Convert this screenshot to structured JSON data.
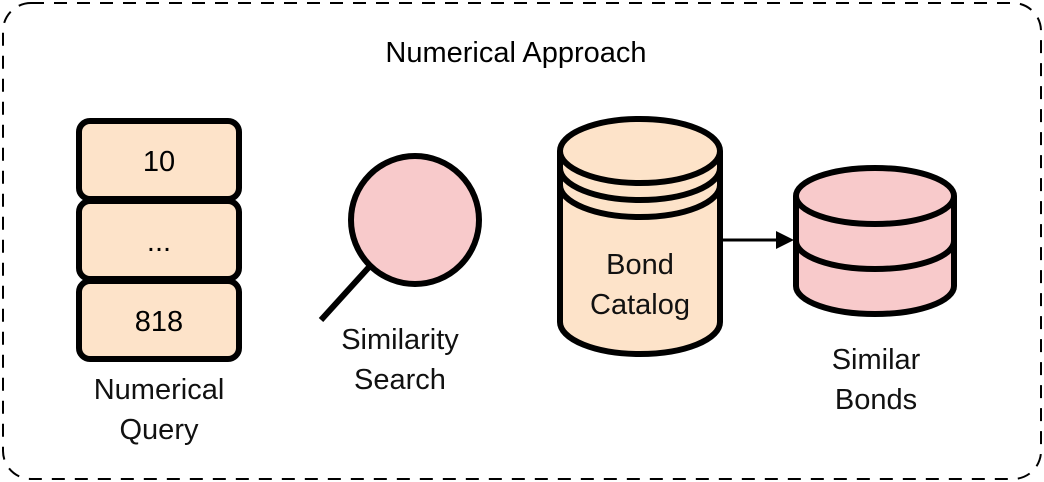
{
  "title": "Numerical Approach",
  "query": {
    "items": [
      "10",
      "...",
      "818"
    ],
    "label_lines": [
      "Numerical",
      "Query"
    ],
    "fill": "#fde3c9"
  },
  "search": {
    "label_lines": [
      "Similarity",
      "Search"
    ],
    "fill": "#f8cacb",
    "icon": "magnifier-icon"
  },
  "catalog": {
    "label_lines": [
      "Bond",
      "Catalog"
    ],
    "fill": "#fde3c9",
    "icon": "database-icon"
  },
  "result": {
    "label_lines": [
      "Similar",
      "Bonds"
    ],
    "fill": "#f8cacb",
    "icon": "database-icon"
  },
  "colors": {
    "stroke": "#000000",
    "background": "#ffffff"
  }
}
